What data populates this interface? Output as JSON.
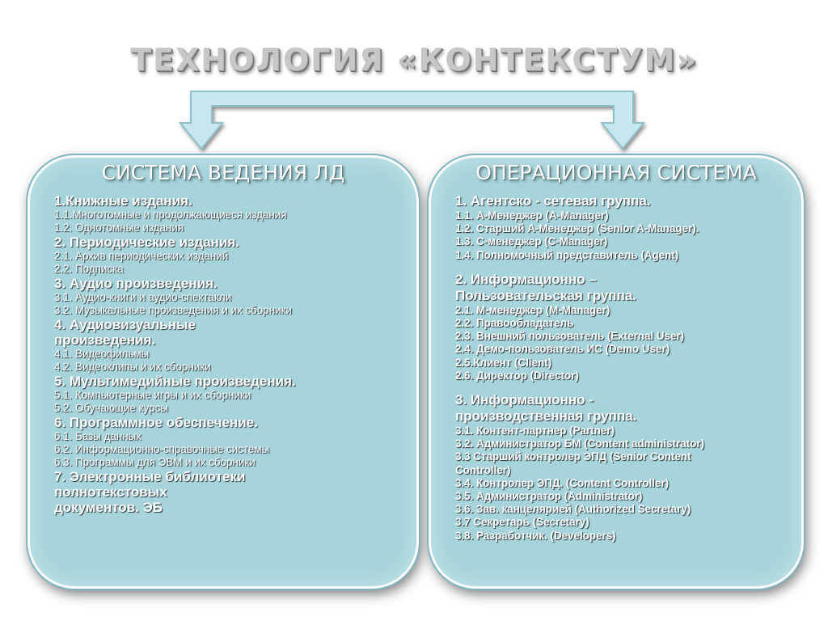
{
  "title": "ТЕХНОЛОГИЯ «КОНТЕКСТУМ»",
  "colors": {
    "panel_fill": "#a7d3dc",
    "panel_border": "#ffffff",
    "connector_fill": "#c6e7ee",
    "connector_stroke": "#8fbfc9"
  },
  "left": {
    "title": "СИСТЕМА ВЕДЕНИЯ ЛД",
    "items": [
      {
        "text": "1.Книжные издания.",
        "level": "h"
      },
      {
        "text": "1.1.Многотомные и продолжающиеся издания",
        "level": "s"
      },
      {
        "text": "1.2. Однотомные издания",
        "level": "s"
      },
      {
        "text": "2. Периодические издания.",
        "level": "h"
      },
      {
        "text": "2.1. Архив периодических изданий",
        "level": "s"
      },
      {
        "text": "2.2. Подписка",
        "level": "s"
      },
      {
        "text": "3. Аудио произведения.",
        "level": "h"
      },
      {
        "text": "3.1. Аудио-книги и аудио-спектакли",
        "level": "s"
      },
      {
        "text": "3.2. Музыкальные произведения и их сборники",
        "level": "s"
      },
      {
        "text": "4. Аудиовизуальные",
        "level": "h"
      },
      {
        "text": "произведения.",
        "level": "h"
      },
      {
        "text": "4.1. Видеофильмы",
        "level": "s"
      },
      {
        "text": "4.2. Видеоклипы и их сборники",
        "level": "s"
      },
      {
        "text": "5. Мультимедийные произведения.",
        "level": "h"
      },
      {
        "text": "5.1. Компьютерные игры и их сборники",
        "level": "s"
      },
      {
        "text": "5.2. Обучающие курсы",
        "level": "s"
      },
      {
        "text": "6. Программное обеспечение.",
        "level": "h"
      },
      {
        "text": "6.1. Базы данных",
        "level": "s"
      },
      {
        "text": "6.2. Информационно-справочные системы",
        "level": "s"
      },
      {
        "text": "6.3. Программы для ЭВМ и их сборники",
        "level": "s"
      },
      {
        "text": "7. Электронные библиотеки",
        "level": "h"
      },
      {
        "text": "полнотекстовых",
        "level": "h"
      },
      {
        "text": "документов. ЭБ",
        "level": "h"
      }
    ]
  },
  "right": {
    "title": "ОПЕРАЦИОННАЯ СИСТЕМА",
    "items": [
      {
        "text": "1. Агентско - сетевая группа.",
        "level": "h"
      },
      {
        "text": "1.1. А-Менеджер (A-Manager)",
        "level": "s"
      },
      {
        "text": "1.2. Старший А-Менеджер (Senior A-Manager).",
        "level": "s"
      },
      {
        "text": "1.3. С-менеджер (C-Manager)",
        "level": "s"
      },
      {
        "text": "1.4. Полномочный представитель (Agent)",
        "level": "s"
      },
      {
        "text": "",
        "level": "gap"
      },
      {
        "text": "2. Информационно –",
        "level": "h"
      },
      {
        "text": "Пользовательская группа.",
        "level": "h"
      },
      {
        "text": "2.1. М-менеджер (M-Manager)",
        "level": "s"
      },
      {
        "text": "2.2. Правообладатель",
        "level": "s"
      },
      {
        "text": "2.3. Внешний пользователь (External User)",
        "level": "s"
      },
      {
        "text": "2.4. Демо-пользователь ИС  (Demo User)",
        "level": "s"
      },
      {
        "text": "2.5.Клиент  (Client)",
        "level": "s"
      },
      {
        "text": "2.6. Директор (Director)",
        "level": "s"
      },
      {
        "text": "",
        "level": "gap"
      },
      {
        "text": "3. Информационно -",
        "level": "h"
      },
      {
        "text": "производственная группа.",
        "level": "h"
      },
      {
        "text": "3.1. Контент-партнер (Partner)",
        "level": "s"
      },
      {
        "text": "3.2. Администратор БМ (Content administrator)",
        "level": "s"
      },
      {
        "text": "3.3 Старший контролер ЭПД  (Senior Content",
        "level": "s"
      },
      {
        "text": "Controller)",
        "level": "s"
      },
      {
        "text": "3.4. Контролер ЭПД. (Content Controller)",
        "level": "s"
      },
      {
        "text": "3.5. Администратор  (Administrator)",
        "level": "s"
      },
      {
        "text": "3.6. Зав. канцелярией  (Authorized Secretary)",
        "level": "s"
      },
      {
        "text": "3.7  Секретарь  (Secretary)",
        "level": "s"
      },
      {
        "text": "3.8. Разработчик. (Developers)",
        "level": "s"
      }
    ]
  }
}
